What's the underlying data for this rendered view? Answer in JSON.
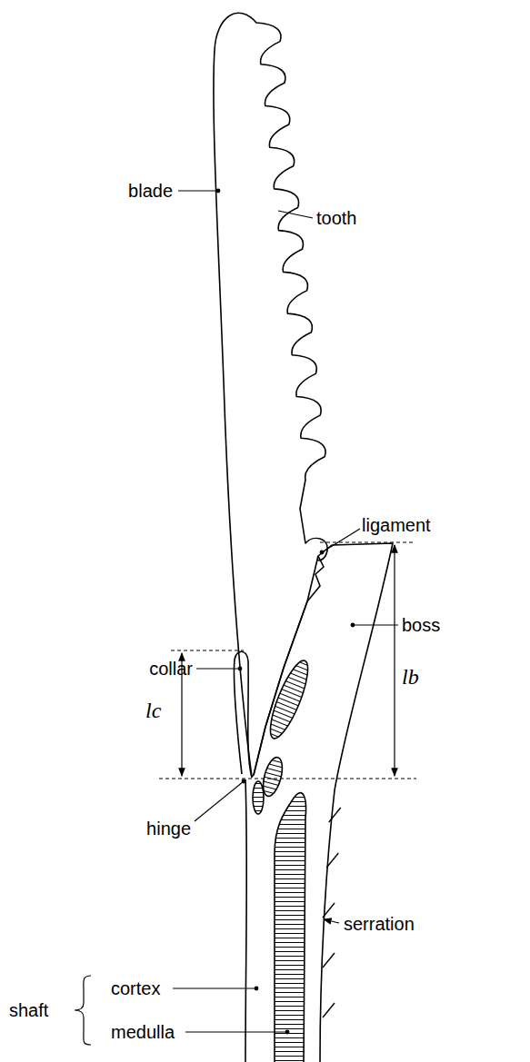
{
  "diagram": {
    "labels": [
      "blade",
      "tooth",
      "ligament",
      "boss",
      "collar",
      "lc",
      "lb",
      "hinge",
      "serration",
      "shaft",
      "cortex",
      "medulla"
    ]
  }
}
